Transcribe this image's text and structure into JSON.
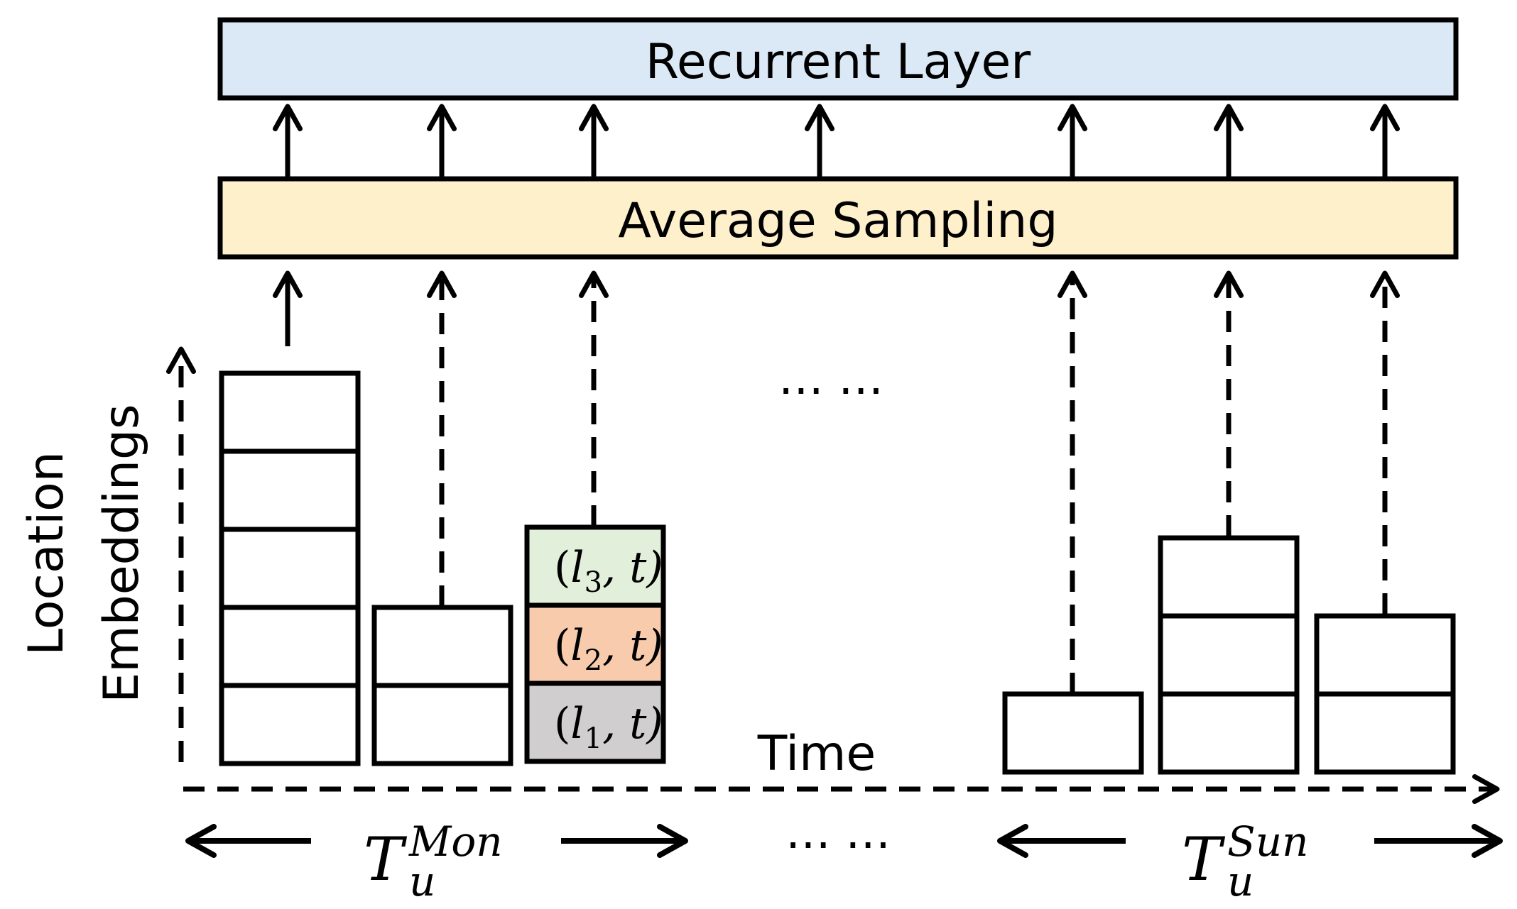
{
  "layers": {
    "recurrent": {
      "label": "Recurrent Layer",
      "fill": "#dbe9f6"
    },
    "sampling": {
      "label": "Average Sampling",
      "fill": "#fff0cc"
    }
  },
  "axes": {
    "y_label_line1": "Location",
    "y_label_line2": "Embeddings",
    "x_label": "Time"
  },
  "ellipsis": {
    "middle": "… …",
    "bottom": "… …"
  },
  "periods": [
    {
      "base": "T",
      "sub": "u",
      "sup": "Mon"
    },
    {
      "base": "T",
      "sub": "u",
      "sup": "Sun"
    }
  ],
  "embeddings": [
    {
      "paren_open": "(",
      "var": "l",
      "sub": "3",
      "rest": ", t)",
      "fill": "#e2efda"
    },
    {
      "paren_open": "(",
      "var": "l",
      "sub": "2",
      "rest": ", t)",
      "fill": "#f8cbad"
    },
    {
      "paren_open": "(",
      "var": "l",
      "sub": "1",
      "rest": ", t)",
      "fill": "#d0cece"
    }
  ],
  "colors": {
    "stroke": "#000000",
    "background": "#ffffff"
  }
}
